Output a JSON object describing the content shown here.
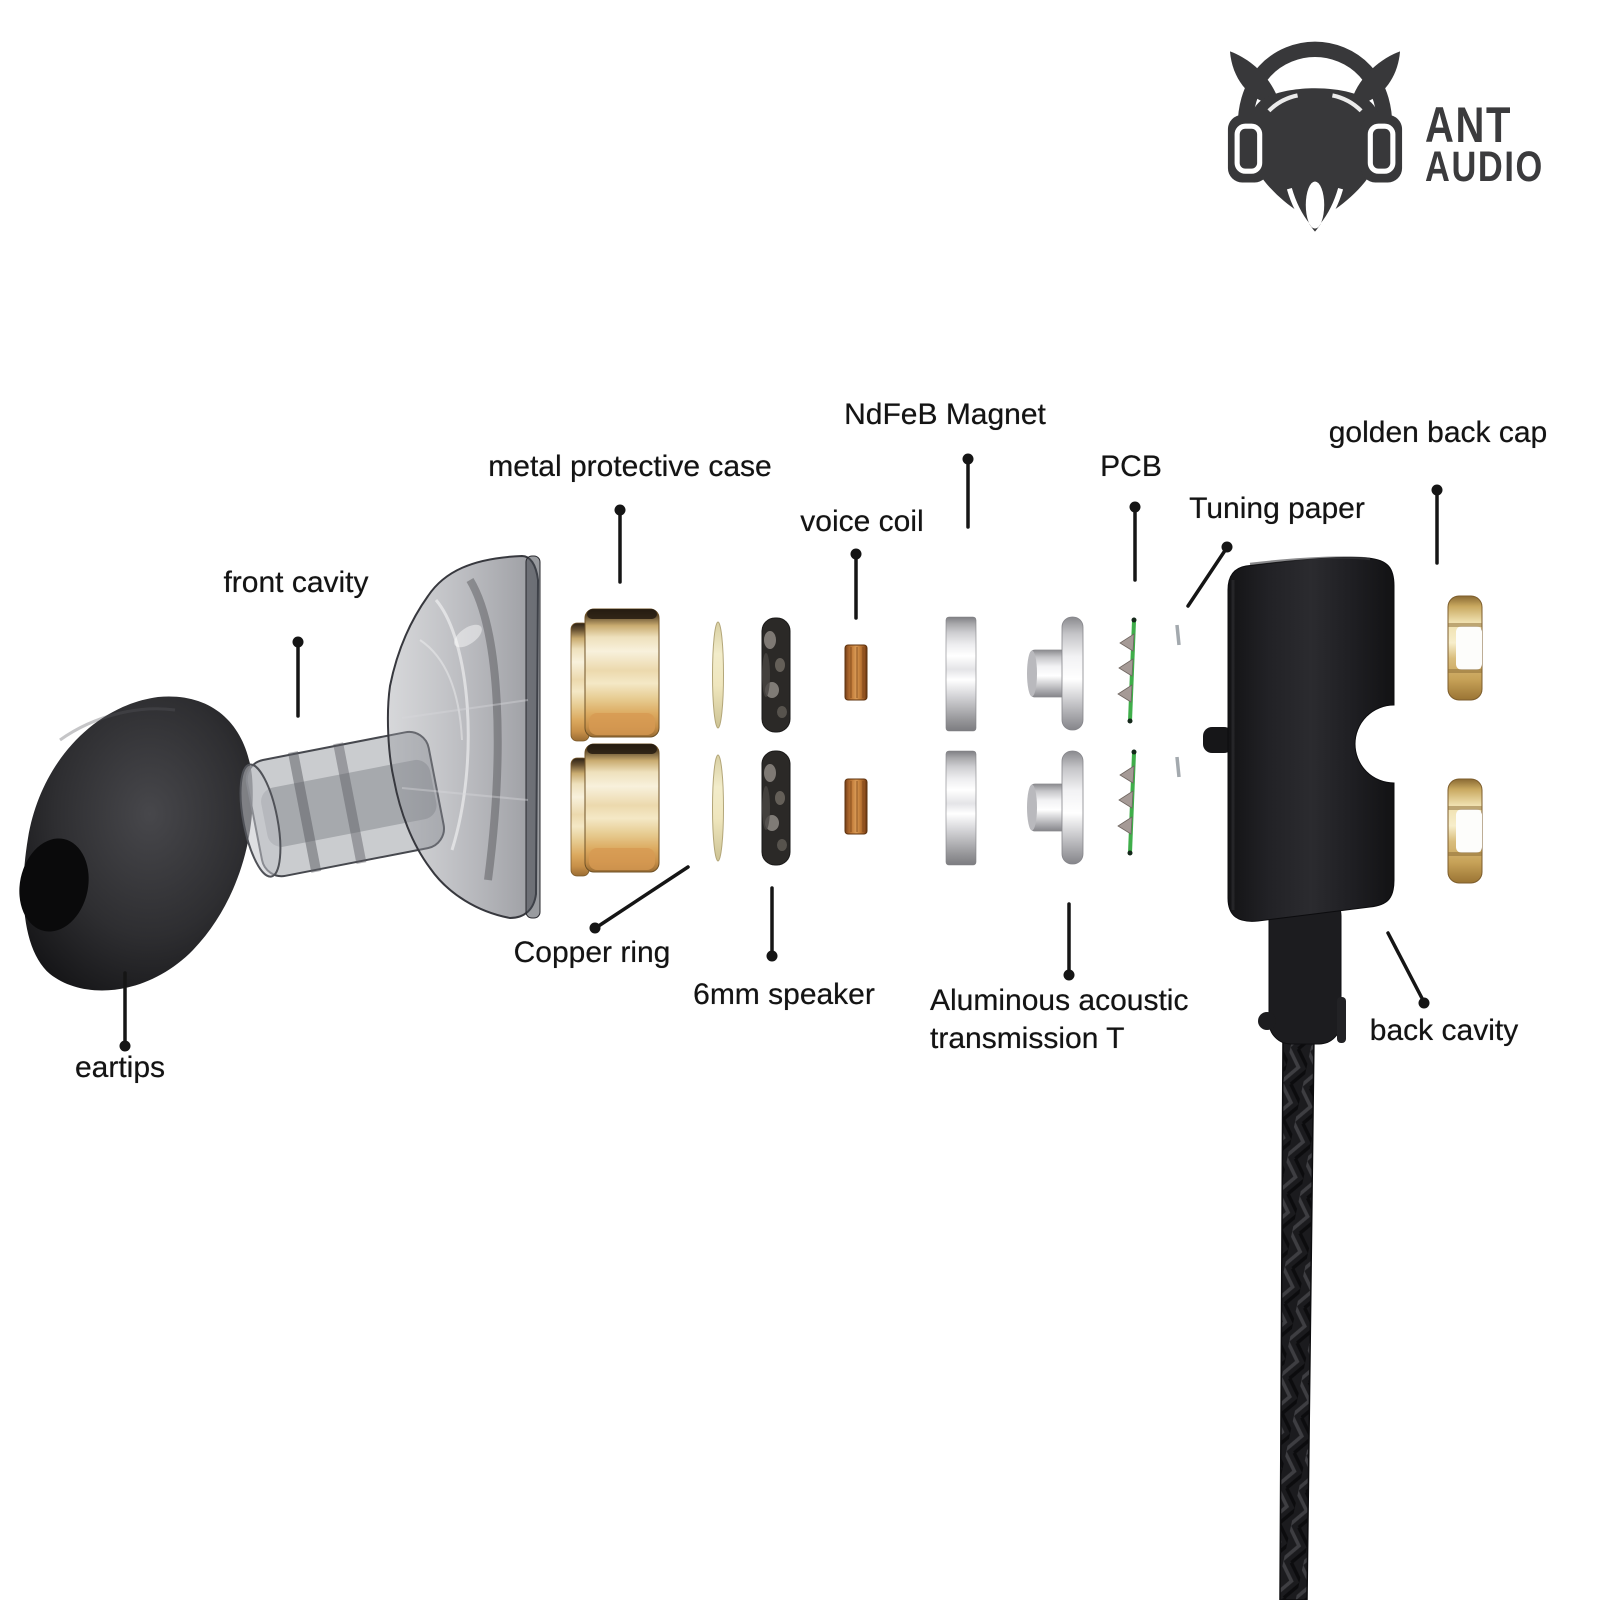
{
  "brand": {
    "line1": "ANT",
    "line2": "AUDIO",
    "icon": "ant-head-with-headphones",
    "color": "#3b3b3d"
  },
  "diagram": {
    "type": "exploded-view-earphone",
    "background": "#ffffff",
    "labels": {
      "front_cavity": "front cavity",
      "metal_protective_case": "metal protective case",
      "voice_coil": "voice coil",
      "ndfeb_magnet": "NdFeB Magnet",
      "pcb": "PCB",
      "tuning_paper": "Tuning paper",
      "golden_back_cap": "golden back cap",
      "copper_ring": "Copper ring",
      "speaker_6mm": "6mm speaker",
      "aluminous_line1": "Aluminous acoustic",
      "aluminous_line2": "transmission T",
      "back_cavity": "back cavity",
      "eartips": "eartips"
    },
    "colors": {
      "gold": "#e8d4a4",
      "copper_coil": "#c07a38",
      "pcb_green": "#3fae4a",
      "silver": "#c9c9cc",
      "housing_black": "#1d1d1f",
      "label_text": "#141414"
    }
  }
}
